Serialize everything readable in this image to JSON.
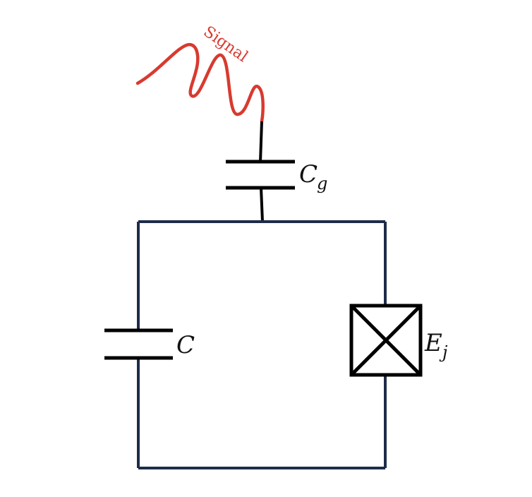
{
  "diagram": {
    "signal_label": "Signal",
    "coupling_capacitor": {
      "symbol": "C",
      "subscript": "g"
    },
    "shunt_capacitor": {
      "symbol": "C"
    },
    "junction": {
      "symbol": "E",
      "subscript": "j"
    }
  },
  "colors": {
    "signal": "#d83a2f",
    "loop": "#1e2c4a",
    "component": "#000000"
  },
  "icons": {
    "signal": "wavy-line",
    "coupling": "capacitor-symbol",
    "shunt": "capacitor-symbol",
    "junction": "josephson-junction-box"
  }
}
